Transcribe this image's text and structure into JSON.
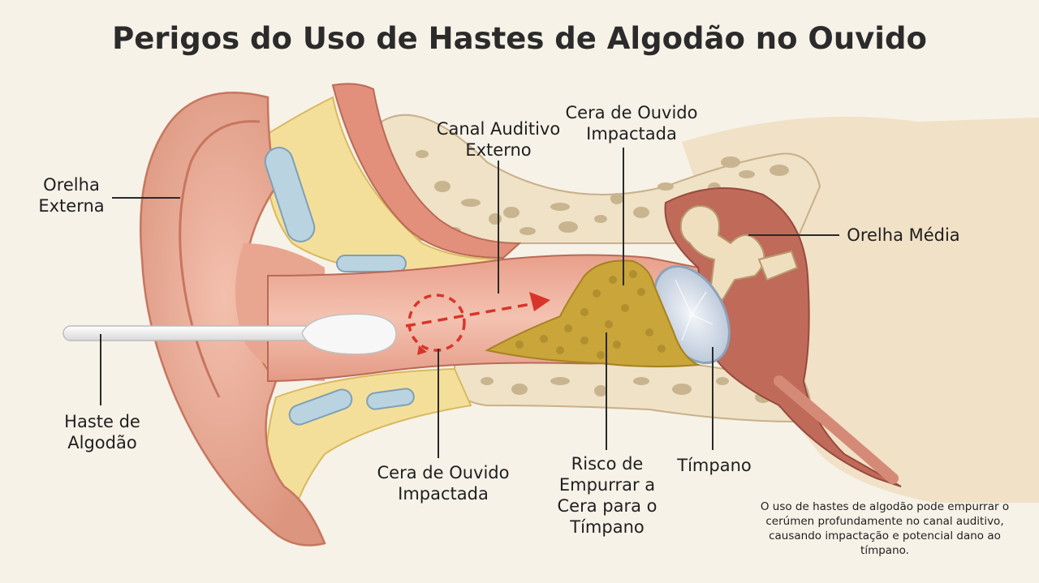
{
  "title": "Perigos do Uso de Hastes de Algodão no Ouvido",
  "labels": {
    "outer_ear": [
      "Orelha",
      "Externa"
    ],
    "ear_canal": [
      "Canal Auditivo",
      "Externo"
    ],
    "impacted_wax_top": [
      "Cera de Ouvido",
      "Impactada"
    ],
    "middle_ear": [
      "Orelha Média"
    ],
    "cotton_swab": [
      "Haste de",
      "Algodão"
    ],
    "impacted_wax_bottom": [
      "Cera de Ouvido",
      "Impactada"
    ],
    "push_risk": [
      "Risco de",
      "Empurrar a",
      "Cera para o",
      "Tímpano"
    ],
    "eardrum": [
      "Tímpano"
    ]
  },
  "note": "O uso de hastes de algodão pode empurrar o cerúmen profundamente no canal auditivo, causando impactação e potencial dano ao tímpano.",
  "colors": {
    "background": "#f6f2e8",
    "skin": "#e9a58e",
    "skin_dark": "#c97a66",
    "canal": "#efb6a3",
    "fat": "#f4df9a",
    "bone": "#efe2c6",
    "bone_pore": "#c9b490",
    "cartilage": "#b9d3e0",
    "wax": "#c9a53a",
    "eardrum": "#cfd9e6",
    "cavity": "#c06a5a",
    "ossicle": "#f0dfbf",
    "arrow_red": "#d8352a",
    "swab": "#f4f4f4",
    "leader": "#2a2a2a"
  }
}
